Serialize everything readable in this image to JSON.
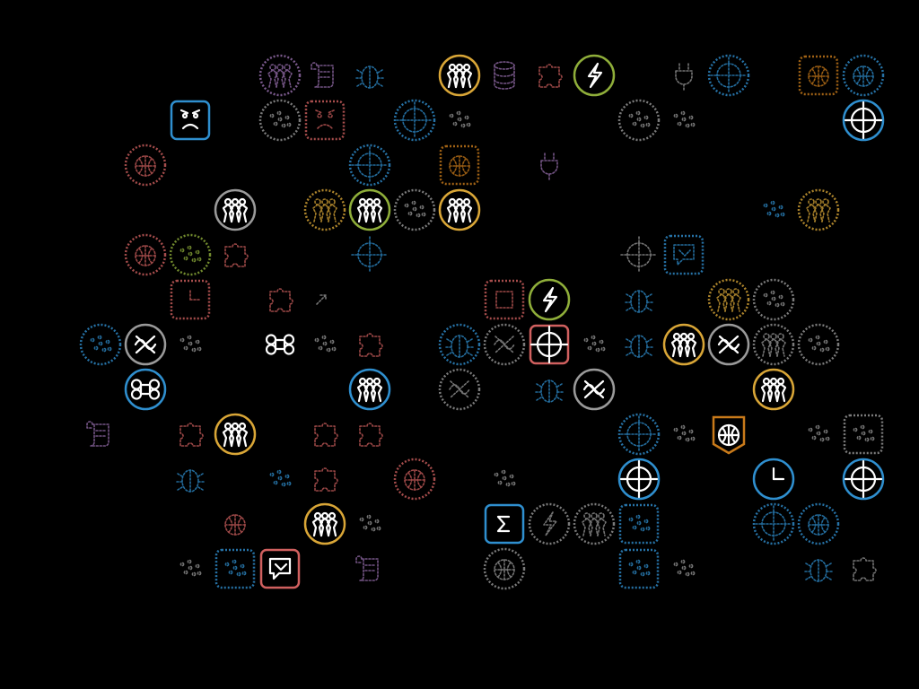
{
  "background": "#000000",
  "palette": {
    "yellow": "#d9a637",
    "blue": "#2f8fcf",
    "green": "#8fae3a",
    "gray": "#9a9a9a",
    "red": "#d0605f",
    "purple": "#9a70b0",
    "orange": "#c87a1a",
    "white": "#ffffff"
  },
  "icons": [
    {
      "col": 5,
      "row": 0,
      "type": "people",
      "color": "purple",
      "style": "faded",
      "shape": "circle"
    },
    {
      "col": 6,
      "row": 0,
      "type": "scroll",
      "color": "purple",
      "style": "faded",
      "shape": "none"
    },
    {
      "col": 7,
      "row": 0,
      "type": "bug",
      "color": "blue",
      "style": "faded",
      "shape": "none"
    },
    {
      "col": 9,
      "row": 0,
      "type": "people",
      "color": "yellow",
      "style": "solid",
      "shape": "circle"
    },
    {
      "col": 10,
      "row": 0,
      "type": "database",
      "color": "purple",
      "style": "faded",
      "shape": "none"
    },
    {
      "col": 11,
      "row": 0,
      "type": "puzzle",
      "color": "red",
      "style": "faded",
      "shape": "none"
    },
    {
      "col": 12,
      "row": 0,
      "type": "bolt",
      "color": "green",
      "style": "solid",
      "shape": "circle"
    },
    {
      "col": 14,
      "row": 0,
      "type": "plug",
      "color": "gray",
      "style": "faded",
      "shape": "none"
    },
    {
      "col": 15,
      "row": 0,
      "type": "crosshair",
      "color": "blue",
      "style": "faded",
      "shape": "circle"
    },
    {
      "col": 17,
      "row": 0,
      "type": "globe",
      "color": "orange",
      "style": "faded",
      "shape": "square"
    },
    {
      "col": 18,
      "row": 0,
      "type": "globe",
      "color": "blue",
      "style": "faded",
      "shape": "circle"
    },
    {
      "col": 3,
      "row": 1,
      "type": "sad",
      "color": "blue",
      "style": "solid",
      "shape": "square"
    },
    {
      "col": 5,
      "row": 1,
      "type": "dots",
      "color": "gray",
      "style": "faded",
      "shape": "circle"
    },
    {
      "col": 6,
      "row": 1,
      "type": "sad",
      "color": "red",
      "style": "faded",
      "shape": "square"
    },
    {
      "col": 8,
      "row": 1,
      "type": "crosshair",
      "color": "blue",
      "style": "faded",
      "shape": "circle"
    },
    {
      "col": 9,
      "row": 1,
      "type": "dots",
      "color": "gray",
      "style": "faded",
      "shape": "none"
    },
    {
      "col": 13,
      "row": 1,
      "type": "dots",
      "color": "gray",
      "style": "faded",
      "shape": "circle"
    },
    {
      "col": 14,
      "row": 1,
      "type": "dots",
      "color": "gray",
      "style": "faded",
      "shape": "none"
    },
    {
      "col": 18,
      "row": 1,
      "type": "crosshair",
      "color": "blue",
      "style": "solid",
      "shape": "circle"
    },
    {
      "col": 2,
      "row": 2,
      "type": "globe",
      "color": "red",
      "style": "faded",
      "shape": "circle"
    },
    {
      "col": 7,
      "row": 2,
      "type": "crosshair",
      "color": "blue",
      "style": "faded",
      "shape": "circle"
    },
    {
      "col": 9,
      "row": 2,
      "type": "globe",
      "color": "orange",
      "style": "faded",
      "shape": "square"
    },
    {
      "col": 11,
      "row": 2,
      "type": "plug",
      "color": "purple",
      "style": "faded",
      "shape": "none"
    },
    {
      "col": 4,
      "row": 3,
      "type": "people",
      "color": "gray",
      "style": "solid",
      "shape": "circle"
    },
    {
      "col": 6,
      "row": 3,
      "type": "people",
      "color": "yellow",
      "style": "faded",
      "shape": "circle"
    },
    {
      "col": 7,
      "row": 3,
      "type": "people",
      "color": "green",
      "style": "solid",
      "shape": "circle"
    },
    {
      "col": 8,
      "row": 3,
      "type": "dots",
      "color": "gray",
      "style": "faded",
      "shape": "circle"
    },
    {
      "col": 9,
      "row": 3,
      "type": "people",
      "color": "yellow",
      "style": "solid",
      "shape": "circle"
    },
    {
      "col": 16,
      "row": 3,
      "type": "dots",
      "color": "blue",
      "style": "faded",
      "shape": "none"
    },
    {
      "col": 17,
      "row": 3,
      "type": "people",
      "color": "yellow",
      "style": "faded",
      "shape": "circle"
    },
    {
      "col": 2,
      "row": 4,
      "type": "globe",
      "color": "red",
      "style": "faded",
      "shape": "circle"
    },
    {
      "col": 3,
      "row": 4,
      "type": "dots",
      "color": "green",
      "style": "faded",
      "shape": "circle"
    },
    {
      "col": 4,
      "row": 4,
      "type": "puzzle",
      "color": "red",
      "style": "faded",
      "shape": "none"
    },
    {
      "col": 7,
      "row": 4,
      "type": "crosshair",
      "color": "blue",
      "style": "faded",
      "shape": "none"
    },
    {
      "col": 13,
      "row": 4,
      "type": "crosshair",
      "color": "gray",
      "style": "faded",
      "shape": "none"
    },
    {
      "col": 14,
      "row": 4,
      "type": "chat",
      "color": "blue",
      "style": "faded",
      "shape": "square"
    },
    {
      "col": 3,
      "row": 5,
      "type": "clock",
      "color": "red",
      "style": "faded",
      "shape": "square"
    },
    {
      "col": 5,
      "row": 5,
      "type": "puzzle",
      "color": "red",
      "style": "faded",
      "shape": "none"
    },
    {
      "col": 6,
      "row": 5,
      "type": "arrow",
      "color": "gray",
      "style": "faded",
      "shape": "none"
    },
    {
      "col": 10,
      "row": 5,
      "type": "square",
      "color": "red",
      "style": "faded",
      "shape": "square"
    },
    {
      "col": 11,
      "row": 5,
      "type": "bolt",
      "color": "green",
      "style": "solid",
      "shape": "circle"
    },
    {
      "col": 13,
      "row": 5,
      "type": "bug",
      "color": "blue",
      "style": "faded",
      "shape": "none"
    },
    {
      "col": 15,
      "row": 5,
      "type": "people",
      "color": "yellow",
      "style": "faded",
      "shape": "circle"
    },
    {
      "col": 16,
      "row": 5,
      "type": "dots",
      "color": "gray",
      "style": "faded",
      "shape": "circle"
    },
    {
      "col": 1,
      "row": 6,
      "type": "dots",
      "color": "blue",
      "style": "faded",
      "shape": "circle"
    },
    {
      "col": 2,
      "row": 6,
      "type": "wave",
      "color": "gray",
      "style": "solid",
      "shape": "circle"
    },
    {
      "col": 3,
      "row": 6,
      "type": "dots",
      "color": "gray",
      "style": "faded",
      "shape": "none"
    },
    {
      "col": 5,
      "row": 6,
      "type": "command",
      "color": "blue",
      "style": "solid",
      "shape": "none"
    },
    {
      "col": 6,
      "row": 6,
      "type": "dots",
      "color": "gray",
      "style": "faded",
      "shape": "none"
    },
    {
      "col": 7,
      "row": 6,
      "type": "puzzle",
      "color": "red",
      "style": "faded",
      "shape": "none"
    },
    {
      "col": 9,
      "row": 6,
      "type": "bug",
      "color": "blue",
      "style": "faded",
      "shape": "circle"
    },
    {
      "col": 10,
      "row": 6,
      "type": "wave",
      "color": "gray",
      "style": "faded",
      "shape": "circle"
    },
    {
      "col": 11,
      "row": 6,
      "type": "crosshair",
      "color": "red",
      "style": "solid",
      "shape": "square"
    },
    {
      "col": 12,
      "row": 6,
      "type": "dots",
      "color": "gray",
      "style": "faded",
      "shape": "none"
    },
    {
      "col": 13,
      "row": 6,
      "type": "bug",
      "color": "blue",
      "style": "faded",
      "shape": "none"
    },
    {
      "col": 14,
      "row": 6,
      "type": "people",
      "color": "yellow",
      "style": "solid",
      "shape": "circle"
    },
    {
      "col": 15,
      "row": 6,
      "type": "wave",
      "color": "gray",
      "style": "solid",
      "shape": "circle"
    },
    {
      "col": 16,
      "row": 6,
      "type": "people",
      "color": "gray",
      "style": "faded",
      "shape": "circle"
    },
    {
      "col": 17,
      "row": 6,
      "type": "dots",
      "color": "gray",
      "style": "faded",
      "shape": "circle"
    },
    {
      "col": 2,
      "row": 7,
      "type": "command",
      "color": "blue",
      "style": "solid",
      "shape": "circle"
    },
    {
      "col": 7,
      "row": 7,
      "type": "people",
      "color": "blue",
      "style": "solid",
      "shape": "circle"
    },
    {
      "col": 9,
      "row": 7,
      "type": "wave",
      "color": "gray",
      "style": "faded",
      "shape": "circle"
    },
    {
      "col": 11,
      "row": 7,
      "type": "bug",
      "color": "blue",
      "style": "faded",
      "shape": "none"
    },
    {
      "col": 12,
      "row": 7,
      "type": "wave",
      "color": "gray",
      "style": "solid",
      "shape": "circle"
    },
    {
      "col": 16,
      "row": 7,
      "type": "people",
      "color": "yellow",
      "style": "solid",
      "shape": "circle"
    },
    {
      "col": 1,
      "row": 8,
      "type": "scroll",
      "color": "purple",
      "style": "faded",
      "shape": "none"
    },
    {
      "col": 3,
      "row": 8,
      "type": "puzzle",
      "color": "red",
      "style": "faded",
      "shape": "none"
    },
    {
      "col": 4,
      "row": 8,
      "type": "people",
      "color": "yellow",
      "style": "solid",
      "shape": "circle"
    },
    {
      "col": 6,
      "row": 8,
      "type": "puzzle",
      "color": "red",
      "style": "faded",
      "shape": "none"
    },
    {
      "col": 7,
      "row": 8,
      "type": "puzzle",
      "color": "red",
      "style": "faded",
      "shape": "none"
    },
    {
      "col": 13,
      "row": 8,
      "type": "crosshair",
      "color": "blue",
      "style": "faded",
      "shape": "circle"
    },
    {
      "col": 14,
      "row": 8,
      "type": "dots",
      "color": "gray",
      "style": "faded",
      "shape": "none"
    },
    {
      "col": 15,
      "row": 8,
      "type": "globe",
      "color": "orange",
      "style": "solid",
      "shape": "shield"
    },
    {
      "col": 17,
      "row": 8,
      "type": "dots",
      "color": "gray",
      "style": "faded",
      "shape": "none"
    },
    {
      "col": 18,
      "row": 8,
      "type": "dots",
      "color": "gray",
      "style": "faded",
      "shape": "square"
    },
    {
      "col": 3,
      "row": 9,
      "type": "bug",
      "color": "blue",
      "style": "faded",
      "shape": "none"
    },
    {
      "col": 5,
      "row": 9,
      "type": "dots",
      "color": "blue",
      "style": "faded",
      "shape": "none"
    },
    {
      "col": 6,
      "row": 9,
      "type": "puzzle",
      "color": "red",
      "style": "faded",
      "shape": "none"
    },
    {
      "col": 8,
      "row": 9,
      "type": "globe",
      "color": "red",
      "style": "faded",
      "shape": "circle"
    },
    {
      "col": 10,
      "row": 9,
      "type": "dots",
      "color": "gray",
      "style": "faded",
      "shape": "none"
    },
    {
      "col": 13,
      "row": 9,
      "type": "crosshair",
      "color": "blue",
      "style": "solid",
      "shape": "circle"
    },
    {
      "col": 16,
      "row": 9,
      "type": "clock",
      "color": "blue",
      "style": "solid",
      "shape": "circle"
    },
    {
      "col": 18,
      "row": 9,
      "type": "crosshair",
      "color": "blue",
      "style": "solid",
      "shape": "circle"
    },
    {
      "col": 4,
      "row": 10,
      "type": "globe",
      "color": "red",
      "style": "faded",
      "shape": "none"
    },
    {
      "col": 6,
      "row": 10,
      "type": "people",
      "color": "yellow",
      "style": "solid",
      "shape": "circle"
    },
    {
      "col": 7,
      "row": 10,
      "type": "dots",
      "color": "gray",
      "style": "faded",
      "shape": "none"
    },
    {
      "col": 10,
      "row": 10,
      "type": "terminal",
      "color": "blue",
      "style": "solid",
      "shape": "square"
    },
    {
      "col": 11,
      "row": 10,
      "type": "bolt",
      "color": "gray",
      "style": "faded",
      "shape": "circle"
    },
    {
      "col": 12,
      "row": 10,
      "type": "people",
      "color": "gray",
      "style": "faded",
      "shape": "circle"
    },
    {
      "col": 13,
      "row": 10,
      "type": "dots",
      "color": "blue",
      "style": "faded",
      "shape": "square"
    },
    {
      "col": 16,
      "row": 10,
      "type": "crosshair",
      "color": "blue",
      "style": "faded",
      "shape": "circle"
    },
    {
      "col": 17,
      "row": 10,
      "type": "globe",
      "color": "blue",
      "style": "faded",
      "shape": "circle"
    },
    {
      "col": 3,
      "row": 11,
      "type": "dots",
      "color": "gray",
      "style": "faded",
      "shape": "none"
    },
    {
      "col": 4,
      "row": 11,
      "type": "dots",
      "color": "blue",
      "style": "faded",
      "shape": "square"
    },
    {
      "col": 5,
      "row": 11,
      "type": "chat",
      "color": "red",
      "style": "solid",
      "shape": "square"
    },
    {
      "col": 7,
      "row": 11,
      "type": "scroll",
      "color": "purple",
      "style": "faded",
      "shape": "none"
    },
    {
      "col": 10,
      "row": 11,
      "type": "globe",
      "color": "gray",
      "style": "faded",
      "shape": "circle"
    },
    {
      "col": 13,
      "row": 11,
      "type": "dots",
      "color": "blue",
      "style": "faded",
      "shape": "square"
    },
    {
      "col": 14,
      "row": 11,
      "type": "dots",
      "color": "gray",
      "style": "faded",
      "shape": "none"
    },
    {
      "col": 17,
      "row": 11,
      "type": "bug",
      "color": "blue",
      "style": "faded",
      "shape": "none"
    },
    {
      "col": 18,
      "row": 11,
      "type": "puzzle",
      "color": "gray",
      "style": "faded",
      "shape": "none"
    }
  ]
}
